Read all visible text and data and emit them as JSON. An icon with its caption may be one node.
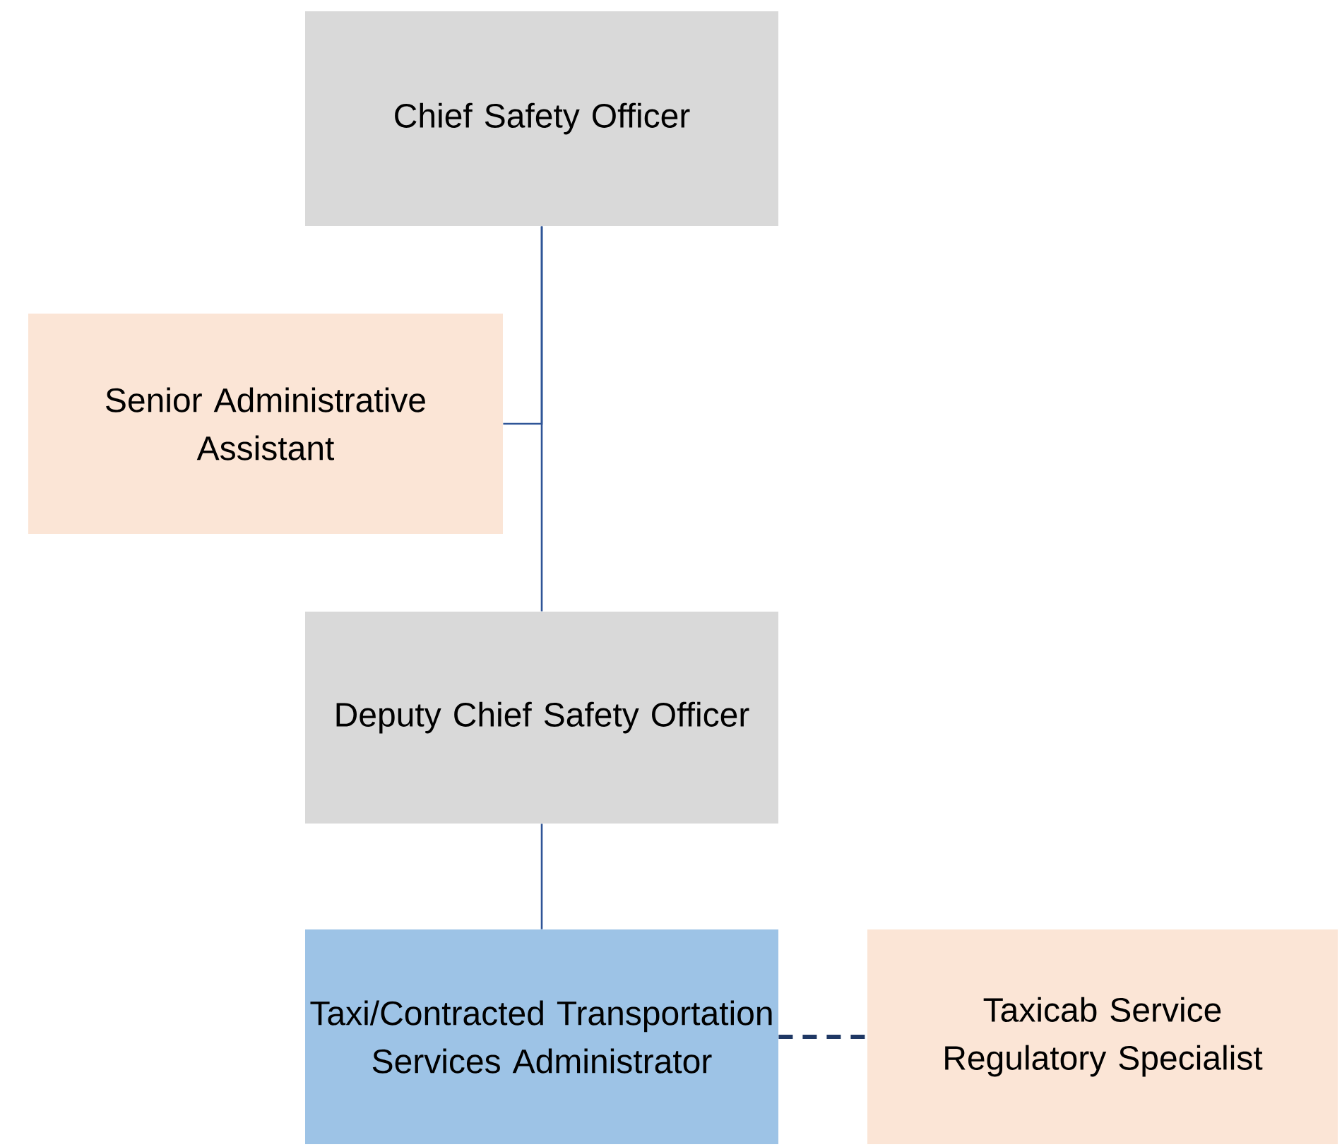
{
  "diagram": {
    "nodes": [
      {
        "text": [
          "Chief Safety Officer"
        ]
      },
      {
        "text": [
          "Senior Administrative Assistant"
        ]
      },
      {
        "text": [
          "Deputy Chief Safety Officer"
        ]
      },
      {
        "text": [
          "Taxi/Contracted Transportation Services Administrator"
        ]
      },
      {
        "text": [
          "Taxicab Service Regulatory Specialist"
        ]
      }
    ],
    "edges": [
      {
        "from": 0,
        "to": 2,
        "arrow": "none"
      },
      {
        "from": 0,
        "to": 1,
        "arrow": "none"
      },
      {
        "from": 2,
        "to": 3,
        "arrow": "none"
      },
      {
        "from": 3,
        "to": 4,
        "arrow": "none",
        "style": "dashed",
        "color": "#1f3864"
      }
    ]
  }
}
